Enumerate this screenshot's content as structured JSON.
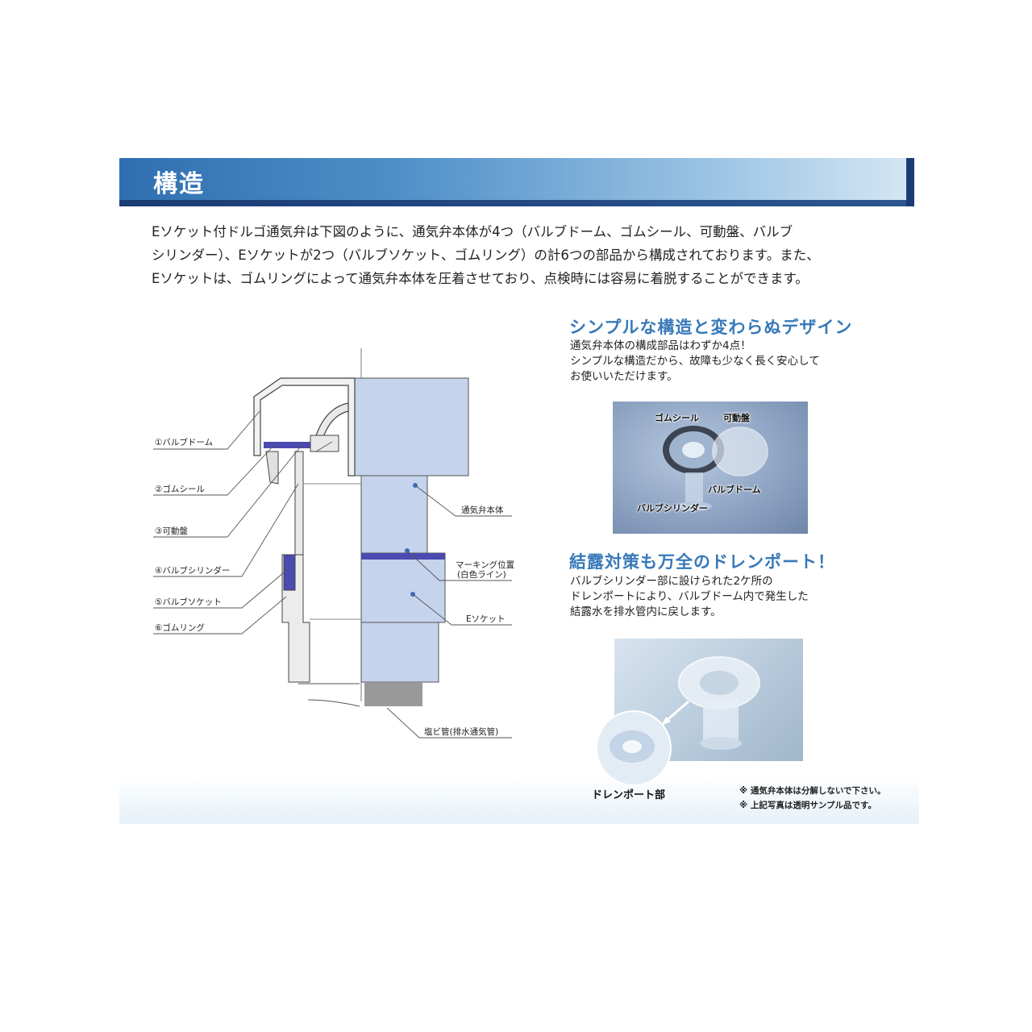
{
  "header": {
    "title": "構造"
  },
  "intro": {
    "lines": [
      "Eソケット付ドルゴ通気弁は下図のように、通気弁本体が4つ（バルブドーム、ゴムシール、可動盤、バルブ",
      "シリンダー）、Eソケットが2つ（バルブソケット、ゴムリング）の計6つの部品から構成されております。また、",
      "Eソケットは、ゴムリングによって通気弁本体を圧着させており、点検時には容易に着脱することができます。"
    ]
  },
  "diagram": {
    "parts": [
      "①バルブドーム",
      "②ゴムシール",
      "③可動盤",
      "④バルブシリンダー",
      "⑤バルブソケット",
      "⑥ゴムリング"
    ],
    "callouts": {
      "body": "通気弁本体",
      "marking_1": "マーキング位置",
      "marking_2": "(白色ライン)",
      "esocket": "Eソケット",
      "pipe": "塩ビ管(排水通気管)"
    },
    "colors": {
      "body_fill": "#c5d3ec",
      "ring": "#4a4ab0",
      "pipe": "#999999",
      "line": "#555555"
    }
  },
  "feature1": {
    "heading": "シンプルな構造と変わらぬデザイン",
    "lines": [
      "通気弁本体の構成部品はわずか4点！",
      "シンプルな構造だから、故障も少なく長く安心して",
      "お使いいただけます。"
    ],
    "photo_labels": {
      "seal": "ゴムシール",
      "disc": "可動盤",
      "dome": "バルブドーム",
      "cylinder": "バルブシリンダー"
    }
  },
  "feature2": {
    "heading": "結露対策も万全のドレンポート！",
    "lines": [
      "バルブシリンダー部に設けられた2ケ所の",
      "ドレンポートにより、バルブドーム内で発生した",
      "結露水を排水管内に戻します。"
    ],
    "photo_label": "ドレンポート部"
  },
  "notes": [
    "※ 通気弁本体は分解しないで下さい。",
    "※ 上記写真は透明サンプル品です。"
  ]
}
